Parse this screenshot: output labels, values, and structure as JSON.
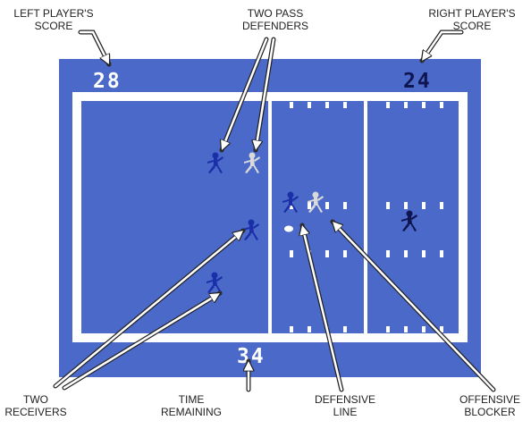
{
  "game": {
    "left_score": "28",
    "right_score": "24",
    "time_remaining": "34"
  },
  "labels": {
    "left_player_score": [
      "LEFT PLAYER'S",
      "SCORE"
    ],
    "two_pass_defenders": [
      "TWO PASS",
      "DEFENDERS"
    ],
    "right_player_score": [
      "RIGHT PLAYER'S",
      "SCORE"
    ],
    "two_receivers": [
      "TWO",
      "RECEIVERS"
    ],
    "time_remaining": [
      "TIME",
      "REMAINING"
    ],
    "defensive_line": [
      "DEFENSIVE",
      "LINE"
    ],
    "offensive_blocker": [
      "OFFENSIVE",
      "BLOCKER"
    ]
  },
  "colors": {
    "field": "#4a69c8",
    "field_lines": "#ffffff",
    "left_team": "#1b2fa8",
    "right_team": "#d9d9d9",
    "right_score": "#0e1550",
    "blocker": "#0e1550",
    "label_text": "#222222",
    "arrow": "#ffffff"
  }
}
